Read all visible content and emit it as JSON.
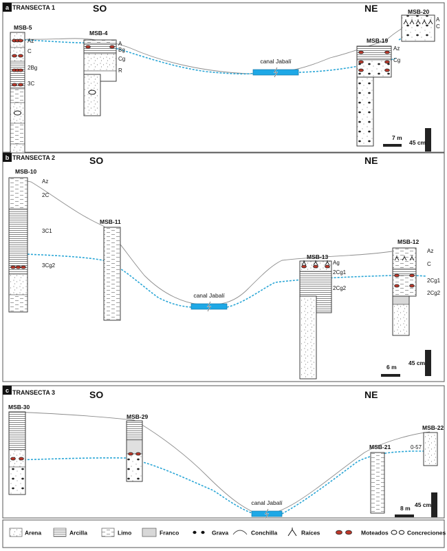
{
  "panels": [
    {
      "letter": "a",
      "title": "TRANSECTA 1",
      "so": "SO",
      "ne": "NE",
      "canal": "canal Jabalí",
      "scale_h": "7 m",
      "scale_v": "45 cm",
      "profiles": [
        {
          "name": "MSB-5",
          "horizons": [
            "Az",
            "C",
            "2Bg",
            "3C"
          ]
        },
        {
          "name": "MSB-4",
          "horizons": [
            "A",
            "Bg",
            "Cg",
            "R"
          ]
        },
        {
          "name": "MSB-19",
          "horizons": [
            "Az",
            "Cg"
          ]
        },
        {
          "name": "MSB-20",
          "horizons": [
            "A",
            "C"
          ]
        }
      ]
    },
    {
      "letter": "b",
      "title": "TRANSECTA 2",
      "so": "SO",
      "ne": "NE",
      "canal": "canal Jabalí",
      "scale_h": "6 m",
      "scale_v": "45 cm",
      "profiles": [
        {
          "name": "MSB-10",
          "horizons": [
            "Az",
            "2C",
            "3C1",
            "3Cg2"
          ]
        },
        {
          "name": "MSB-11",
          "horizons": []
        },
        {
          "name": "MSB-13",
          "horizons": [
            "Ag",
            "2Cg1",
            "2Cg2"
          ]
        },
        {
          "name": "MSB-12",
          "horizons": [
            "Az",
            "C",
            "2Cg1",
            "2Cg2"
          ]
        }
      ]
    },
    {
      "letter": "c",
      "title": "TRANSECTA 3",
      "so": "SO",
      "ne": "NE",
      "canal": "canal Jabalí",
      "scale_h": "8 m",
      "scale_v": "45 cm",
      "profiles": [
        {
          "name": "MSB-30",
          "horizons": []
        },
        {
          "name": "MSB-29",
          "horizons": []
        },
        {
          "name": "MSB-21",
          "horizons": []
        },
        {
          "name": "MSB-22",
          "horizons": [
            "0-57"
          ]
        }
      ]
    }
  ],
  "legend": [
    {
      "label": "Arena",
      "icon": "sand-pattern-icon"
    },
    {
      "label": "Arcilla",
      "icon": "clay-pattern-icon"
    },
    {
      "label": "Limo",
      "icon": "silt-pattern-icon"
    },
    {
      "label": "Franco",
      "icon": "loam-pattern-icon"
    },
    {
      "label": "Grava",
      "icon": "gravel-icon"
    },
    {
      "label": "Conchilla",
      "icon": "shell-icon"
    },
    {
      "label": "Raíces",
      "icon": "roots-icon"
    },
    {
      "label": "Moteados",
      "icon": "mottles-icon"
    },
    {
      "label": "Concreciones",
      "icon": "concretion-icon"
    }
  ],
  "colors": {
    "water_table": "#2aa6d6",
    "canal": "#1ea8e6",
    "surface_line": "#8c8c8c",
    "mottle": "#c0392b",
    "franco": "#d8d8d8"
  }
}
